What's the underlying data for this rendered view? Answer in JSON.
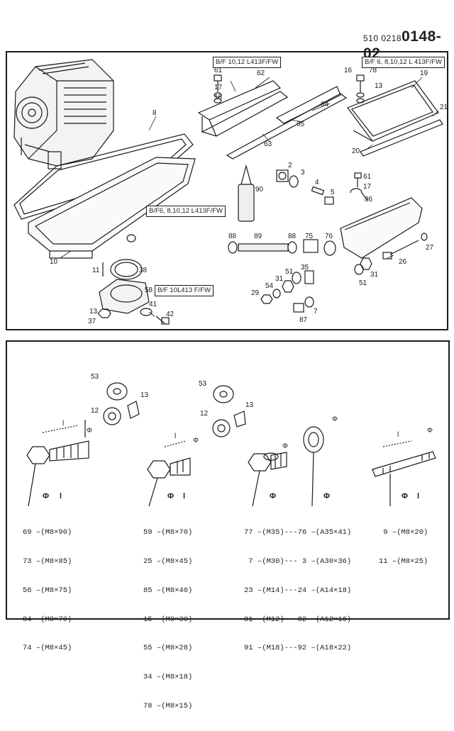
{
  "doc_number": {
    "prefix": "510 0218",
    "main": "0148-02"
  },
  "top_panel": {
    "box_labels": {
      "b1": "B/F 10,12 L413F/FW",
      "b2": "B/F 6, 8,10,12 L 413F/FW",
      "b3": "B/F6, 8,10,12 L413F/FW",
      "b4": "B/F 10L413 F/FW"
    },
    "part_numbers": [
      "8",
      "61",
      "62",
      "17",
      "18",
      "64",
      "65",
      "63",
      "16",
      "78",
      "19",
      "13",
      "21",
      "20",
      "2",
      "3",
      "4",
      "5",
      "90",
      "61",
      "17",
      "86",
      "10",
      "88",
      "89",
      "88",
      "75",
      "76",
      "27",
      "26",
      "11",
      "38",
      "58",
      "35",
      "51",
      "54",
      "31",
      "29",
      "51",
      "31",
      "13",
      "41",
      "42",
      "37",
      "7",
      "87"
    ]
  },
  "bottom_panel": {
    "left": {
      "col_headers": [
        "Φ",
        "l"
      ],
      "rows": [
        "69 –(M8×90)",
        "73 –(M8×85)",
        "56 –(M8×75)",
        "84 –(M8×70)",
        "74 –(M8×45)"
      ],
      "parts": [
        "53",
        "12",
        "13"
      ]
    },
    "middle": {
      "col_headers": [
        "Φ",
        "l"
      ],
      "rows": [
        "59 –(M8×70)",
        "25 –(M8×45)",
        "85 –(M8×40)",
        "15 –(M8×30)",
        "55 –(M8×28)",
        "34 –(M8×18)",
        "78 –(M8×15)"
      ],
      "parts": [
        "53",
        "12",
        "13"
      ]
    },
    "plug": {
      "col_headers": [
        "Φ",
        "Φ"
      ],
      "rows": [
        "77 –(M35)---76 –(A35×41)",
        " 7 –(M30)--- 3 –(A30×36)",
        "23 –(M14)---24 –(A14×18)",
        "81 –(M12)---82 –(A12×16)",
        "91 –(M18)---92 –(A18×22)"
      ]
    },
    "stud": {
      "col_headers": [
        "Φ",
        "l"
      ],
      "rows": [
        " 9 –(M8×20)",
        "11 –(M8×25)"
      ]
    },
    "dim_symbols": {
      "phi": "Φ",
      "l": "l"
    }
  }
}
